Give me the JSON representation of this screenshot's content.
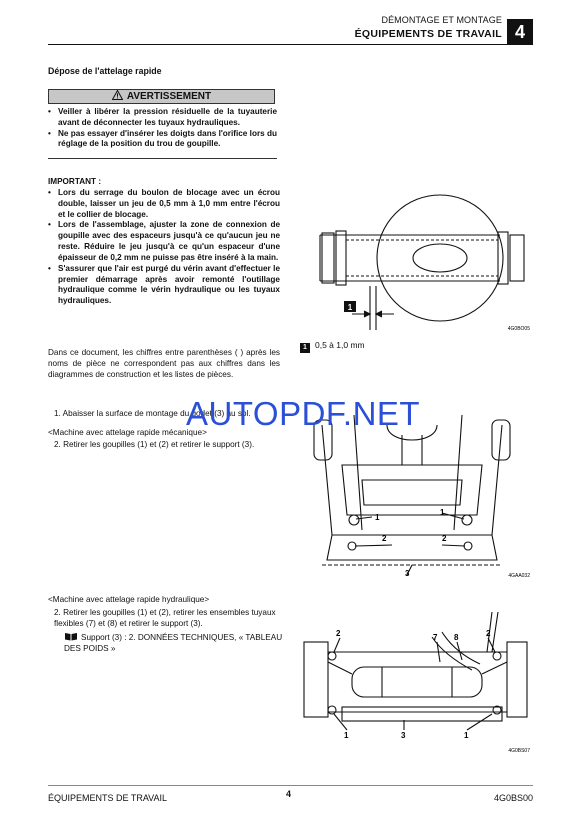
{
  "header": {
    "subtitle": "DÉMONTAGE ET MONTAGE",
    "title": "ÉQUIPEMENTS DE TRAVAIL",
    "chapter": "4"
  },
  "section": {
    "title": "Dépose de l'attelage rapide"
  },
  "warning": {
    "label": "AVERTISSEMENT",
    "items": [
      "Veiller à libérer la pression résiduelle de la tuyauterie avant de déconnecter les tuyaux hydrauliques.",
      "Ne pas essayer d'insérer les doigts dans l'orifice lors du réglage de la position du trou de goupille."
    ]
  },
  "important": {
    "title": "IMPORTANT :",
    "items": [
      "Lors du serrage du boulon de blocage avec un écrou double, laisser un jeu de 0,5 mm à 1,0 mm entre l'écrou et le collier de blocage.",
      "Lors de l'assemblage, ajuster la zone de connexion de goupille avec des espaceurs jusqu'à ce qu'aucun jeu ne reste. Réduire le jeu jusqu'à ce qu'un espaceur d'une épaisseur de 0,2 mm ne puisse pas être inséré à la main.",
      "S'assurer que l'air est purgé du vérin avant d'effectuer le premier démarrage après avoir remonté l'outillage hydraulique comme le vérin hydraulique ou les tuyaux hydrauliques."
    ]
  },
  "note": "Dans ce document, les chiffres entre parenthèses ( ) après les noms de pièce ne correspondent pas aux chiffres dans les diagrammes de construction et les listes de pièces.",
  "steps": {
    "step1": "1. Abaisser la surface de montage du godet (3) au sol.",
    "mech_heading": "<Machine avec attelage rapide mécanique>",
    "step2_mech": "2. Retirer les goupilles (1) et (2) et retirer le support (3).",
    "hyd_heading": "<Machine avec attelage rapide hydraulique>",
    "step2_hyd": "2. Retirer les goupilles (1) et (2), retirer les ensembles tuyaux flexibles (7) et (8) et retirer le support (3).",
    "reference": "Support (3) : 2. DONNÉES TECHNIQUES, « TABLEAU DES POIDS »"
  },
  "figures": {
    "fig1": {
      "code": "4G0BO05",
      "callout": "1",
      "legend_key": "1",
      "legend_text": "0,5 à 1,0 mm"
    },
    "fig2": {
      "code": "4GAA032",
      "labels": [
        "1",
        "1",
        "2",
        "2",
        "3"
      ]
    },
    "fig3": {
      "code": "4G0BS07",
      "labels": [
        "2",
        "7",
        "8",
        "2",
        "1",
        "3",
        "1"
      ]
    }
  },
  "watermark": "AUTOPDF.NET",
  "footer": {
    "left": "ÉQUIPEMENTS DE TRAVAIL",
    "page": "4",
    "code": "4G0BS00"
  }
}
